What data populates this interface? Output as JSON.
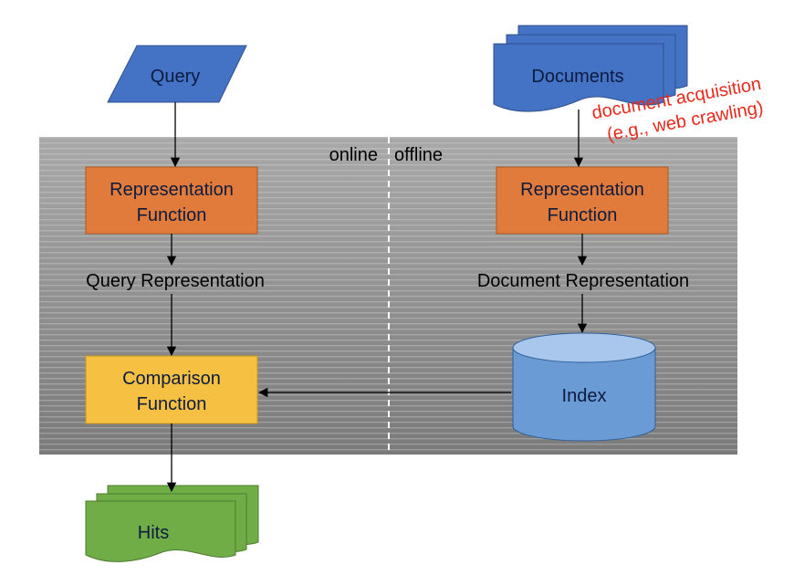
{
  "nodes": {
    "query": "Query",
    "documents": "Documents",
    "rep_function_left": [
      "Representation",
      "Function"
    ],
    "rep_function_right": [
      "Representation",
      "Function"
    ],
    "query_representation": "Query Representation",
    "document_representation": "Document Representation",
    "comparison_function": [
      "Comparison",
      "Function"
    ],
    "index": "Index",
    "hits": "Hits"
  },
  "regions": {
    "online": "online",
    "offline": "offline"
  },
  "annotation": {
    "line1": "document acquisition",
    "line2": "(e.g., web crawling)"
  },
  "colors": {
    "query_fill": "#4472c4",
    "documents_fill": "#4472c4",
    "representation_fill": "#e07b3c",
    "comparison_fill": "#f6c142",
    "index_fill": "#6a9bd5",
    "hits_fill": "#70ad47",
    "annotation_text": "#e8291c",
    "panel": "#8c8c8c"
  }
}
